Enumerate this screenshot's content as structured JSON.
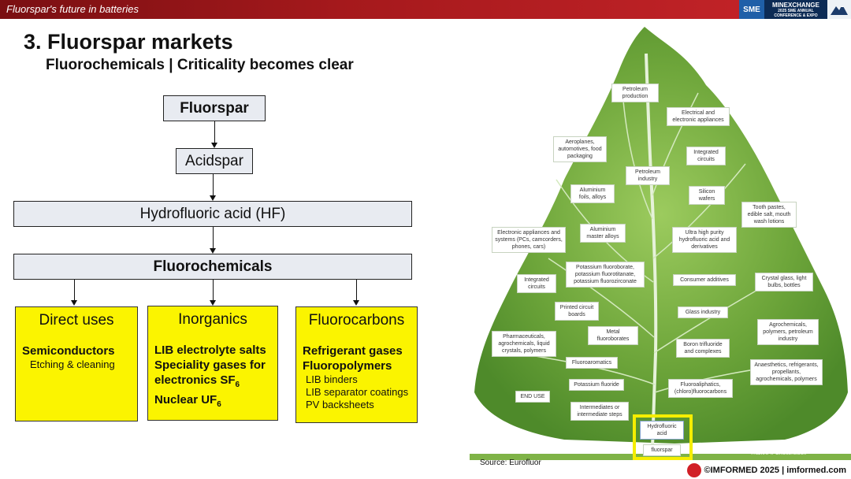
{
  "header": {
    "title": "Fluorspar's future in batteries",
    "logo_sme": "SME",
    "logo_mx_main": "MINEXCHANGE",
    "logo_mx_sub": "2025 SME ANNUAL CONFERENCE & EXPO"
  },
  "slide": {
    "title": "3. Fluorspar markets",
    "subtitle": "Fluorochemicals | Criticality becomes clear"
  },
  "flow": {
    "fluorspar": "Fluorspar",
    "acidspar": "Acidspar",
    "hf": "Hydrofluoric acid (HF)",
    "fluorochemicals": "Fluorochemicals",
    "direct": {
      "heading": "Direct uses",
      "bold": [
        "Semiconductors"
      ],
      "normal": [
        "Etching & cleaning"
      ]
    },
    "inorganics": {
      "heading": "Inorganics",
      "bold1": "LIB electrolyte salts",
      "bold2": "Speciality gases for",
      "sf_pre": "electronics SF",
      "sf_sub": "6",
      "uf_pre": "Nuclear UF",
      "uf_sub": "6"
    },
    "fluorocarbons": {
      "heading": "Fluorocarbons",
      "bold": [
        "Refrigerant gases",
        "Fluoropolymers"
      ],
      "normal": [
        "LIB binders",
        "LIB separator coatings",
        "PV backsheets"
      ]
    }
  },
  "tree_labels": [
    "Petroleum production",
    "Electrical and electronic appliances",
    "Aeroplanes, automotives, food packaging",
    "Integrated circuits",
    "Petroleum industry",
    "Aluminium foils, alloys",
    "Silicon wafers",
    "Tooth pastes, edible salt, mouth wash lotions",
    "Aluminium master alloys",
    "Ultra high purity hydrofluoric acid and derivatives",
    "Electronic appliances and systems (PCs, camcorders, phones, cars)",
    "Potassium fluoroborate, potassium fluorotitanate, potassium fluorozirconate",
    "Integrated circuits",
    "Consumer additives",
    "Crystal glass, light bulbs, bottles",
    "Printed circuit boards",
    "Glass industry",
    "Agrochemicals, polymers, petroleum industry",
    "Pharmaceuticals, agrochemicals, liquid crystals, polymers",
    "Metal fluoroborates",
    "Boron trifluoride and complexes",
    "Fluoroaromatics",
    "Anaesthetics, refrigerants, propellants, agrochemicals, polymers",
    "Potassium fluoride",
    "Fluoroaliphatics, (chloro)fluorocarbons",
    "END USE",
    "Intermediates or intermediate steps",
    "Hydrofluoric acid",
    "fluorspar"
  ],
  "tree_watermark": "Thaikrit © Shutterstock",
  "footer": {
    "source": "Source: Eurofluor",
    "brand": "©IMFORMED 2025  | imformed.com"
  },
  "colors": {
    "topbar": "#a5191c",
    "box_fill": "#e8ebf1",
    "yellow": "#fbf400",
    "tree": "#6fa83a"
  }
}
